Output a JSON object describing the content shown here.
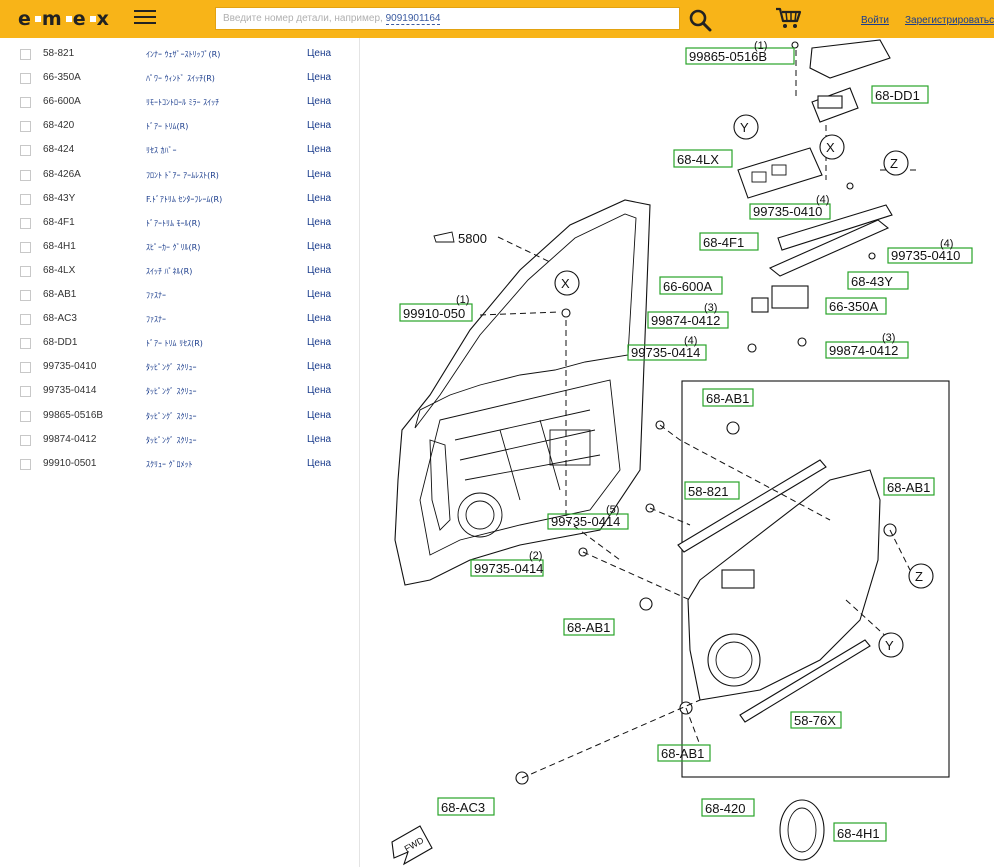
{
  "header": {
    "logo_text": "emex",
    "search_placeholder": "Введите номер детали, например, ",
    "search_example": "9091901164",
    "login_label": "Войти",
    "register_label": "Зарегистрироваться",
    "menu_icon": "hamburger-icon",
    "search_icon": "magnifier-icon",
    "cart_icon": "cart-icon",
    "accent_color": "#f8b418"
  },
  "parts": {
    "price_label": "Цена",
    "items": [
      {
        "code": "58-821",
        "desc": "ｲﾝﾅｰ ｳｪｻﾞｰｽﾄﾘｯﾌﾟ(R)"
      },
      {
        "code": "66-350A",
        "desc": "ﾊﾟﾜｰ ｳｨﾝﾄﾞ ｽｲｯﾁ(R)"
      },
      {
        "code": "66-600A",
        "desc": "ﾘﾓｰﾄｺﾝﾄﾛｰﾙ ﾐﾗｰ ｽｲｯﾁ"
      },
      {
        "code": "68-420",
        "desc": "ﾄﾞｱｰ ﾄﾘﾑ(R)"
      },
      {
        "code": "68-424",
        "desc": "ﾘｾｽ ｶﾊﾞｰ"
      },
      {
        "code": "68-426A",
        "desc": "ﾌﾛﾝﾄ ﾄﾞｱｰ ｱｰﾑﾚｽﾄ(R)"
      },
      {
        "code": "68-43Y",
        "desc": "F.ﾄﾞｱﾄﾘﾑ ｾﾝﾀｰﾌﾚｰﾑ(R)"
      },
      {
        "code": "68-4F1",
        "desc": "ﾄﾞｱｰﾄﾘﾑ ﾓｰﾙ(R)"
      },
      {
        "code": "68-4H1",
        "desc": "ｽﾋﾟｰｶｰ ｸﾞﾘﾙ(R)"
      },
      {
        "code": "68-4LX",
        "desc": "ｽｲｯﾁ ﾊﾟﾈﾙ(R)"
      },
      {
        "code": "68-AB1",
        "desc": "ﾌｧｽﾅｰ"
      },
      {
        "code": "68-AC3",
        "desc": "ﾌｧｽﾅｰ"
      },
      {
        "code": "68-DD1",
        "desc": "ﾄﾞｱｰ ﾄﾘﾑ ﾘｾｽ(R)"
      },
      {
        "code": "99735-0410",
        "desc": "ﾀｯﾋﾟﾝｸﾞ ｽｸﾘｭｰ"
      },
      {
        "code": "99735-0414",
        "desc": "ﾀｯﾋﾟﾝｸﾞ ｽｸﾘｭｰ"
      },
      {
        "code": "99865-0516B",
        "desc": "ﾀｯﾋﾟﾝｸﾞ ｽｸﾘｭｰ"
      },
      {
        "code": "99874-0412",
        "desc": "ﾀｯﾋﾟﾝｸﾞ ｽｸﾘｭｰ"
      },
      {
        "code": "99910-0501",
        "desc": "ｽｸﾘｭｰ ｸﾞﾛﾒｯﾄ"
      }
    ]
  },
  "diagram": {
    "labels": [
      {
        "text": "99865-0516B",
        "qty": "(1)"
      },
      {
        "text": "68-DD1"
      },
      {
        "text": "68-4LX"
      },
      {
        "text": "99735-0410",
        "qty": "(4)"
      },
      {
        "text": "68-4F1"
      },
      {
        "text": "99735-0410",
        "qty": "(4)"
      },
      {
        "text": "68-43Y"
      },
      {
        "text": "66-600A"
      },
      {
        "text": "66-350A"
      },
      {
        "text": "99874-0412",
        "qty": "(3)"
      },
      {
        "text": "99874-0412",
        "qty": "(3)"
      },
      {
        "text": "99910-050",
        "qty": "(1)"
      },
      {
        "text": "99735-0414",
        "qty": "(4)"
      },
      {
        "text": "68-AB1"
      },
      {
        "text": "58-821"
      },
      {
        "text": "68-AB1"
      },
      {
        "text": "99735-0414",
        "qty": "(5)"
      },
      {
        "text": "99735-0414",
        "qty": "(2)"
      },
      {
        "text": "68-AB1"
      },
      {
        "text": "58-76X"
      },
      {
        "text": "68-AB1"
      },
      {
        "text": "68-AC3"
      },
      {
        "text": "68-420"
      },
      {
        "text": "68-4H1"
      }
    ],
    "ref_5800": "5800",
    "markers": [
      "X",
      "Y",
      "Z"
    ],
    "fwd_label": "FWD"
  }
}
